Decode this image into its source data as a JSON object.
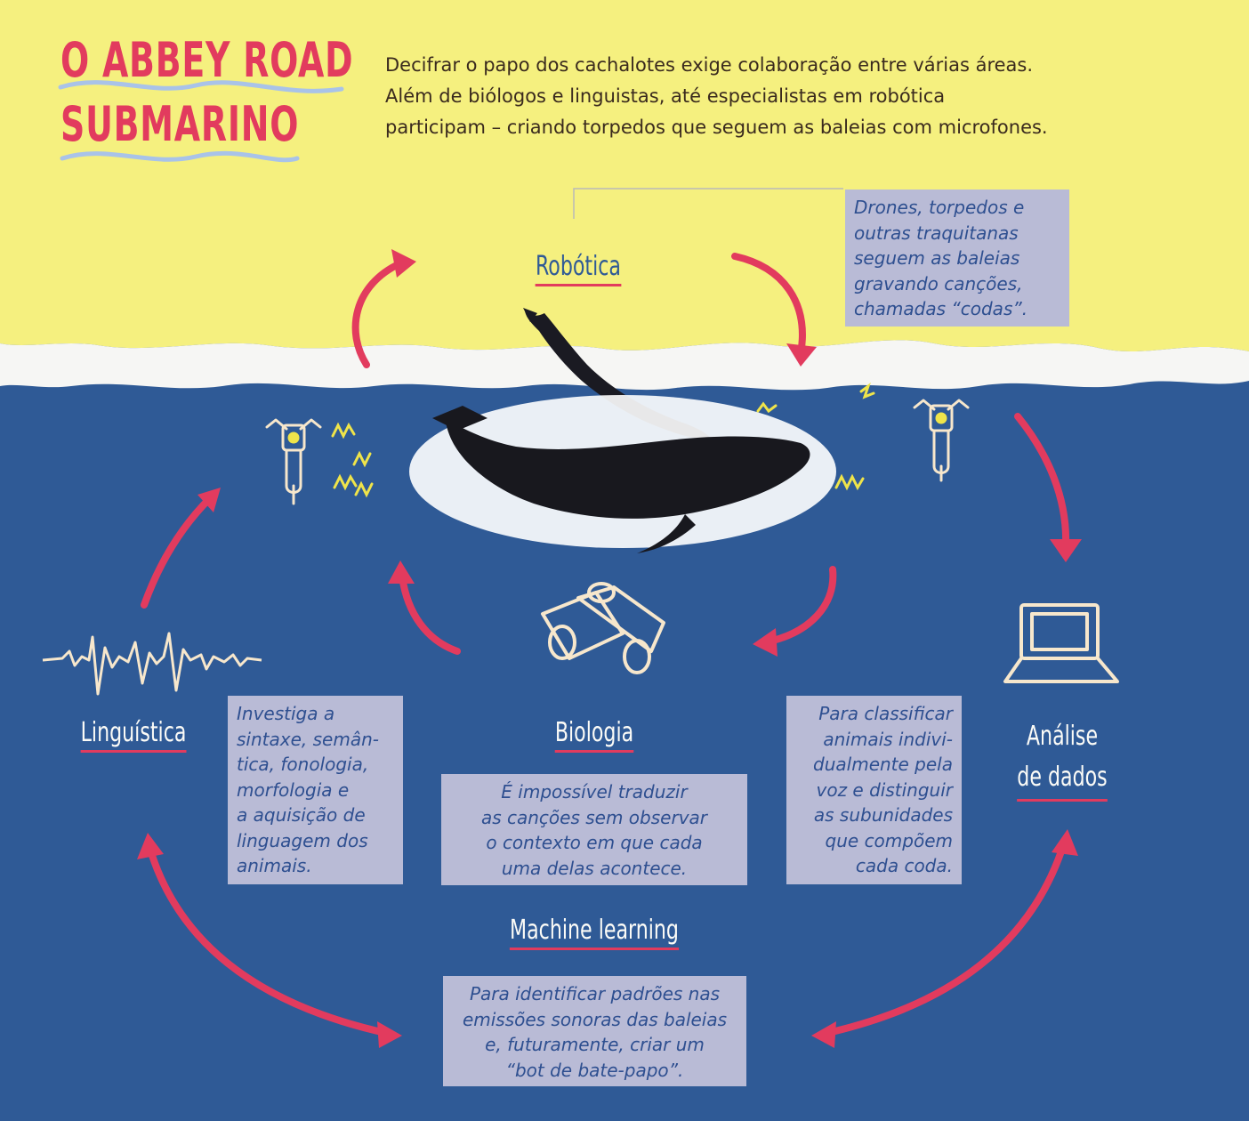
{
  "title": {
    "line1": "O ABBEY ROAD",
    "line2": "SUBMARINO"
  },
  "intro": {
    "lines": [
      "Decifrar o papo dos cachalotes exige colaboração entre várias áreas.",
      "Além de biólogos e linguistas, até especialistas em robótica",
      "participam – criando torpedos que seguem as baleias com microfones."
    ]
  },
  "nodes": {
    "robotica": {
      "label": "Robótica",
      "note": [
        "Drones, torpedos e",
        "outras traquitanas",
        "seguem as baleias",
        "gravando canções,",
        "chamadas “codas”."
      ]
    },
    "linguistica": {
      "label": "Linguística",
      "note": [
        "Investiga a",
        "sintaxe, semân-",
        "tica, fonologia,",
        "morfologia e",
        "a aquisição de",
        "linguagem dos",
        "animais."
      ]
    },
    "biologia": {
      "label": "Biologia",
      "note": [
        "É impossível traduzir",
        "as canções sem observar",
        "o contexto em que cada",
        "uma delas acontece."
      ]
    },
    "analise": {
      "label_line1": "Análise",
      "label_line2": "de dados",
      "note": [
        "Para classificar",
        "animais indivi-",
        "dualmente pela",
        "voz e distinguir",
        "as subunidades",
        "que compõem",
        "cada coda."
      ]
    },
    "machine_learning": {
      "label": "Machine learning",
      "note": [
        "Para identificar padrões nas",
        "emissões sonoras das baleias",
        "e, futuramente, criar um",
        "“bot de bate-papo”."
      ]
    }
  },
  "colors": {
    "sky": "#f5f07f",
    "sea": "#2f5a96",
    "accent": "#e23b5e",
    "note_bg": "#b9bbd6",
    "note_text": "#2e4f90",
    "title_wave": "#a9c3e8",
    "icon_stroke": "#f7e7cc",
    "sound_squiggle": "#efe44a"
  }
}
